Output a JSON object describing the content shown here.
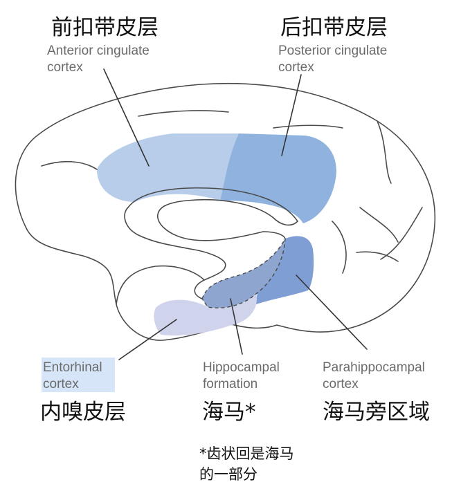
{
  "colors": {
    "brain_fill": "#fde8cd",
    "anterior_cingulate": "#b8cdea",
    "posterior_cingulate": "#8fb3de",
    "entorhinal": "#cfd3ec",
    "hippocampal": "#8ea6cf",
    "parahippocampal": "#7f9ed4",
    "highlight": "#d6e6f8"
  },
  "labels": {
    "anterior": {
      "zh": "前扣带皮层",
      "en_line1": "Anterior cingulate",
      "en_line2": "cortex"
    },
    "posterior": {
      "zh": "后扣带皮层",
      "en_line1": "Posterior cingulate",
      "en_line2": "cortex"
    },
    "entorhinal": {
      "zh": "内嗅皮层",
      "en_line1": "Entorhinal",
      "en_line2": "cortex"
    },
    "hippocampal": {
      "zh": "海马*",
      "en_line1": "Hippocampal",
      "en_line2": "formation"
    },
    "parahippocampal": {
      "zh": "海马旁区域",
      "en_line1": "Parahippocampal",
      "en_line2": "cortex"
    }
  },
  "footnote": {
    "line1": "*齿状回是海马",
    "line2": "的一部分"
  }
}
